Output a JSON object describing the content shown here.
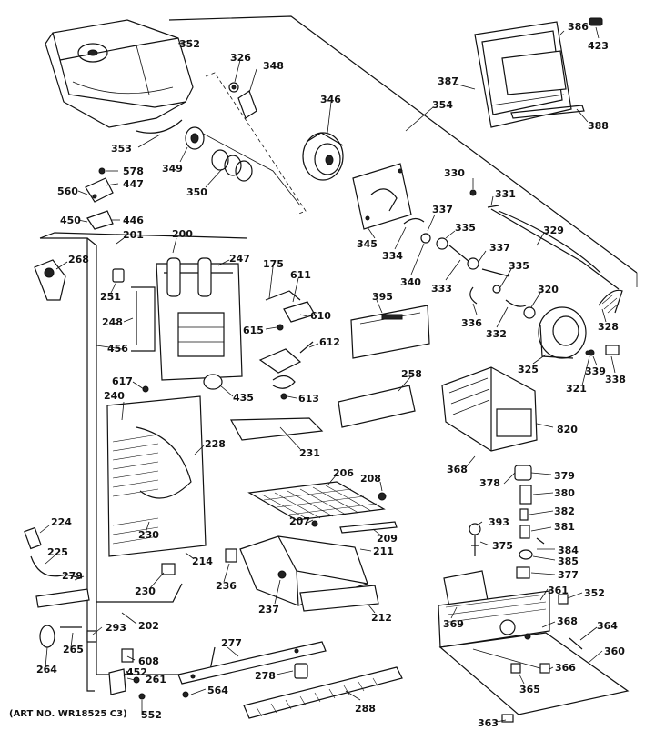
{
  "art_number": "(ART NO. WR18525 C3)",
  "callouts": [
    {
      "id": "c352",
      "text": "352"
    },
    {
      "id": "c326",
      "text": "326"
    },
    {
      "id": "c348",
      "text": "348"
    },
    {
      "id": "c346",
      "text": "346"
    },
    {
      "id": "c386",
      "text": "386"
    },
    {
      "id": "c423",
      "text": "423"
    },
    {
      "id": "c387",
      "text": "387"
    },
    {
      "id": "c354",
      "text": "354"
    },
    {
      "id": "c388",
      "text": "388"
    },
    {
      "id": "c353",
      "text": "353"
    },
    {
      "id": "c349",
      "text": "349"
    },
    {
      "id": "c350",
      "text": "350"
    },
    {
      "id": "c578",
      "text": "578"
    },
    {
      "id": "c447",
      "text": "447"
    },
    {
      "id": "c560",
      "text": "560"
    },
    {
      "id": "c450",
      "text": "450"
    },
    {
      "id": "c446",
      "text": "446"
    },
    {
      "id": "c330",
      "text": "330"
    },
    {
      "id": "c331",
      "text": "331"
    },
    {
      "id": "c337a",
      "text": "337"
    },
    {
      "id": "c335a",
      "text": "335"
    },
    {
      "id": "c329",
      "text": "329"
    },
    {
      "id": "c345",
      "text": "345"
    },
    {
      "id": "c334",
      "text": "334"
    },
    {
      "id": "c340",
      "text": "340"
    },
    {
      "id": "c333",
      "text": "333"
    },
    {
      "id": "c337b",
      "text": "337"
    },
    {
      "id": "c335b",
      "text": "335"
    },
    {
      "id": "c320",
      "text": "320"
    },
    {
      "id": "c336",
      "text": "336"
    },
    {
      "id": "c332",
      "text": "332"
    },
    {
      "id": "c328",
      "text": "328"
    },
    {
      "id": "c200",
      "text": "200"
    },
    {
      "id": "c201",
      "text": "201"
    },
    {
      "id": "c247",
      "text": "247"
    },
    {
      "id": "c268",
      "text": "268"
    },
    {
      "id": "c251",
      "text": "251"
    },
    {
      "id": "c175",
      "text": "175"
    },
    {
      "id": "c611",
      "text": "611"
    },
    {
      "id": "c615",
      "text": "615"
    },
    {
      "id": "c610",
      "text": "610"
    },
    {
      "id": "c612",
      "text": "612"
    },
    {
      "id": "c248",
      "text": "248"
    },
    {
      "id": "c456",
      "text": "456"
    },
    {
      "id": "c395",
      "text": "395"
    },
    {
      "id": "c325",
      "text": "325"
    },
    {
      "id": "c339",
      "text": "339"
    },
    {
      "id": "c338",
      "text": "338"
    },
    {
      "id": "c321",
      "text": "321"
    },
    {
      "id": "c617",
      "text": "617"
    },
    {
      "id": "c613",
      "text": "613"
    },
    {
      "id": "c435",
      "text": "435"
    },
    {
      "id": "c258",
      "text": "258"
    },
    {
      "id": "c240",
      "text": "240"
    },
    {
      "id": "c820",
      "text": "820"
    },
    {
      "id": "c228",
      "text": "228"
    },
    {
      "id": "c231",
      "text": "231"
    },
    {
      "id": "c368a",
      "text": "368"
    },
    {
      "id": "c378",
      "text": "378"
    },
    {
      "id": "c379",
      "text": "379"
    },
    {
      "id": "c206",
      "text": "206"
    },
    {
      "id": "c208",
      "text": "208"
    },
    {
      "id": "c380",
      "text": "380"
    },
    {
      "id": "c382",
      "text": "382"
    },
    {
      "id": "c224",
      "text": "224"
    },
    {
      "id": "c207",
      "text": "207"
    },
    {
      "id": "c393",
      "text": "393"
    },
    {
      "id": "c381",
      "text": "381"
    },
    {
      "id": "c230a",
      "text": "230"
    },
    {
      "id": "c209",
      "text": "209"
    },
    {
      "id": "c375",
      "text": "375"
    },
    {
      "id": "c225",
      "text": "225"
    },
    {
      "id": "c211",
      "text": "211"
    },
    {
      "id": "c384",
      "text": "384"
    },
    {
      "id": "c214",
      "text": "214"
    },
    {
      "id": "c385",
      "text": "385"
    },
    {
      "id": "c279",
      "text": "279"
    },
    {
      "id": "c377",
      "text": "377"
    },
    {
      "id": "c236",
      "text": "236"
    },
    {
      "id": "c230b",
      "text": "230"
    },
    {
      "id": "c361",
      "text": "361"
    },
    {
      "id": "c352b",
      "text": "352"
    },
    {
      "id": "c237",
      "text": "237"
    },
    {
      "id": "c212",
      "text": "212"
    },
    {
      "id": "c369",
      "text": "369"
    },
    {
      "id": "c368b",
      "text": "368"
    },
    {
      "id": "c202",
      "text": "202"
    },
    {
      "id": "c364",
      "text": "364"
    },
    {
      "id": "c293",
      "text": "293"
    },
    {
      "id": "c265",
      "text": "265"
    },
    {
      "id": "c277",
      "text": "277"
    },
    {
      "id": "c360",
      "text": "360"
    },
    {
      "id": "c608",
      "text": "608"
    },
    {
      "id": "c264",
      "text": "264"
    },
    {
      "id": "c452",
      "text": "452"
    },
    {
      "id": "c278",
      "text": "278"
    },
    {
      "id": "c366",
      "text": "366"
    },
    {
      "id": "c261",
      "text": "261"
    },
    {
      "id": "c564",
      "text": "564"
    },
    {
      "id": "c365",
      "text": "365"
    },
    {
      "id": "c552",
      "text": "552"
    },
    {
      "id": "c288",
      "text": "288"
    },
    {
      "id": "c363",
      "text": "363"
    }
  ]
}
